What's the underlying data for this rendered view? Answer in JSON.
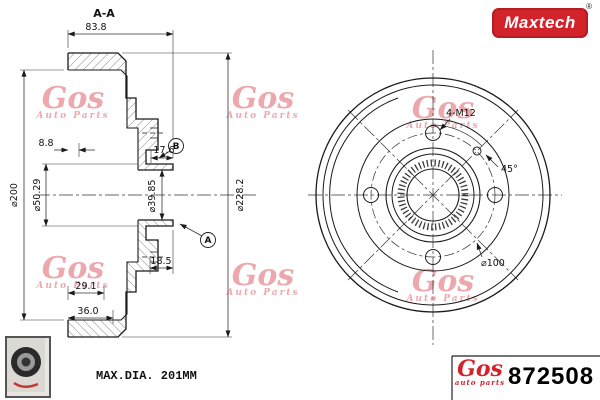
{
  "brand": {
    "name": "Maxtech",
    "registered": "®"
  },
  "colors": {
    "brand_red": "#d2232a",
    "watermark_red": "#d4323c"
  },
  "watermark": {
    "script": "Gos",
    "sub": "Auto Parts"
  },
  "section_view": {
    "label": "A-A",
    "dims": {
      "overall_width": "83.8",
      "rim_offset": "8.8",
      "hub_protrusion": "17.6",
      "inner_dia": "⌀200",
      "hub_dia": "⌀50.29",
      "bore_dia": "⌀39.85",
      "outer_dia": "⌀228.2",
      "hub_depth": "18.5",
      "depth_1": "29.1",
      "depth_2": "36.0"
    },
    "datums": {
      "a": "A",
      "b": "B"
    }
  },
  "front_view": {
    "bolt_pattern": "4-M12",
    "bolt_angle": "45°",
    "bolt_circle_dia": "⌀100"
  },
  "footer": {
    "max_dia_note": "MAX.DIA. 201MM"
  },
  "title_block": {
    "part_number": "872508",
    "logo_script": "Gos",
    "logo_sub": "auto parts"
  }
}
